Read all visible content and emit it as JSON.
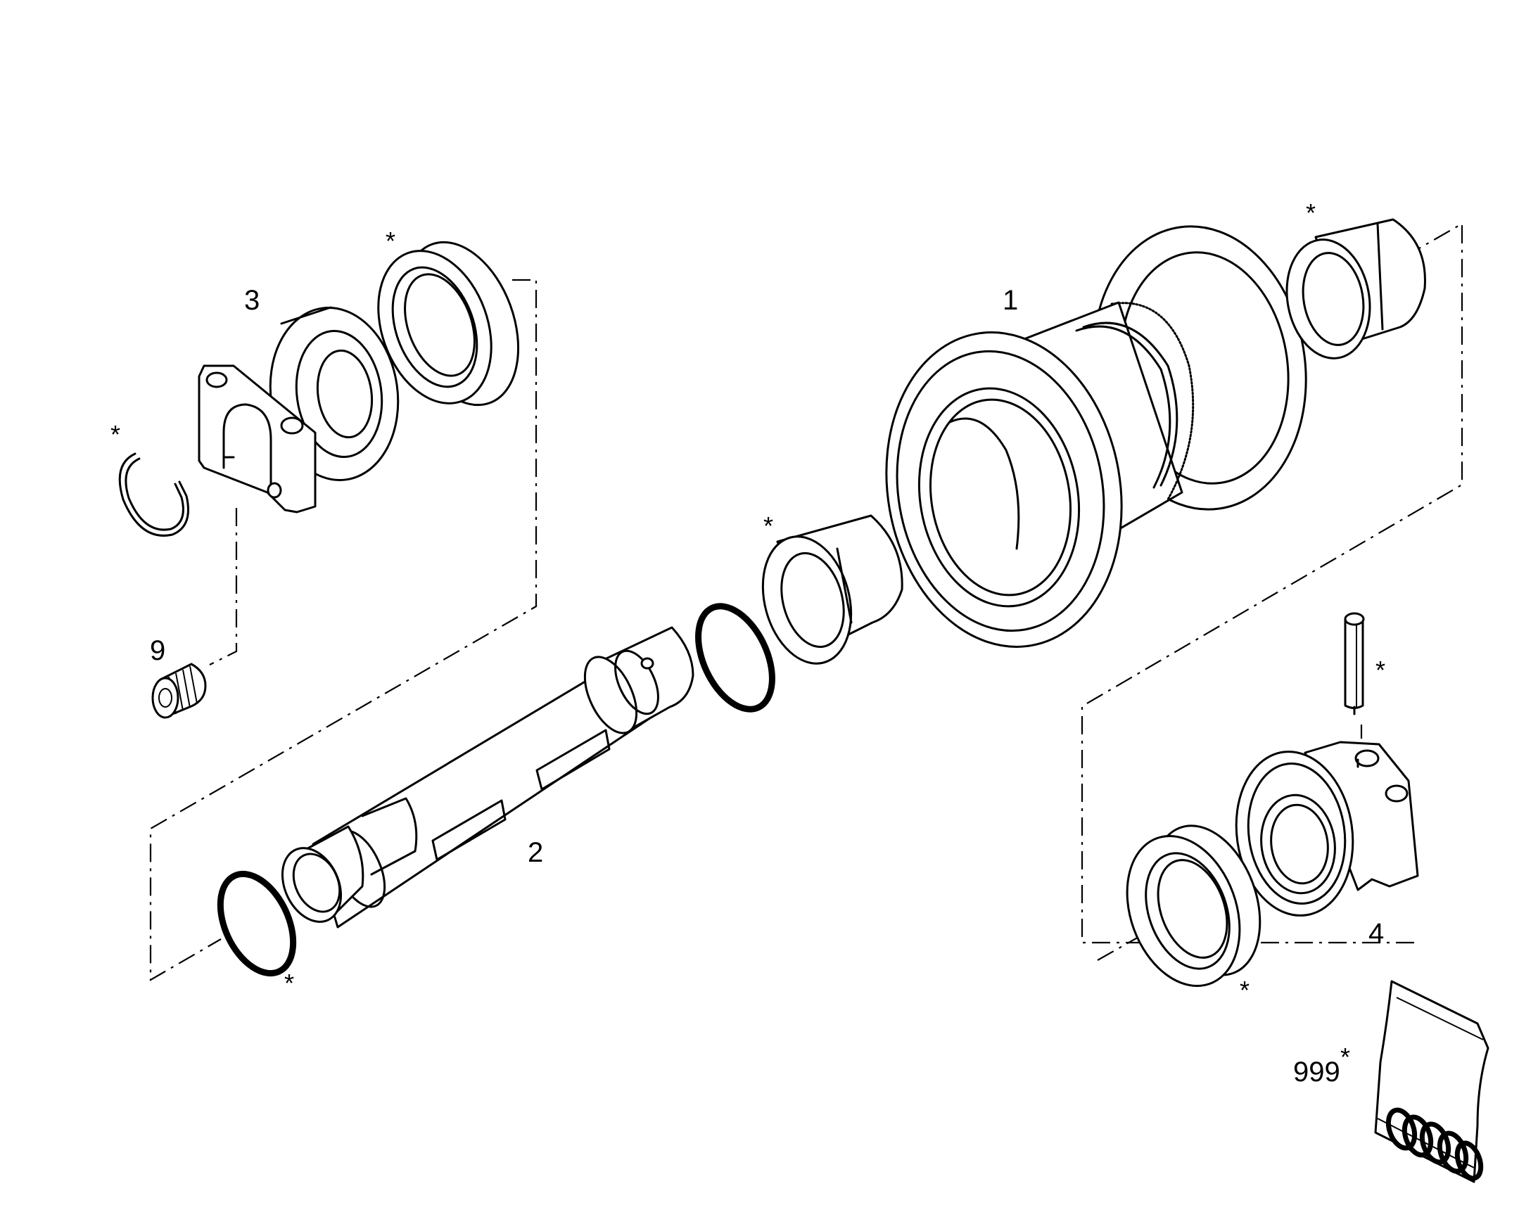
{
  "labels": {
    "part1": "1",
    "part2": "2",
    "part3": "3",
    "part4": "4",
    "part9": "9",
    "part999": "999"
  },
  "asterisk": "*",
  "colors": {
    "line": "#000000",
    "background": "#ffffff"
  }
}
